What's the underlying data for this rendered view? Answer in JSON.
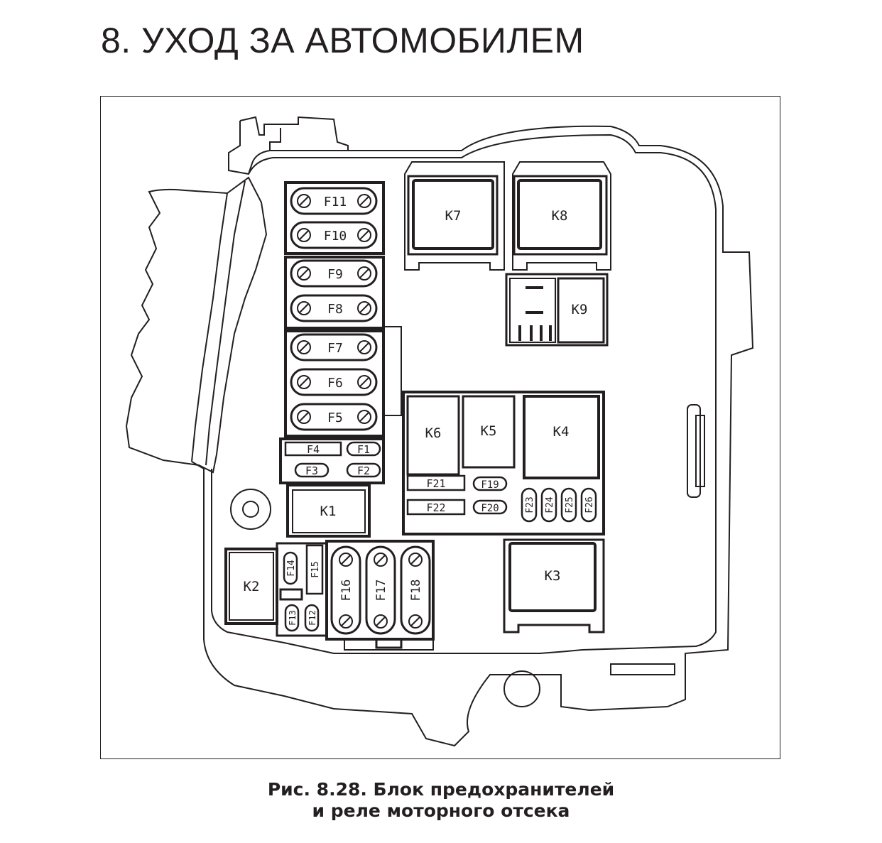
{
  "chapter_title": "8. УХОД ЗА АВТОМОБИЛЕМ",
  "caption_line1": "Рис. 8.28. Блок предохранителей",
  "caption_line2": "и реле моторного отсека",
  "labels": {
    "F1": "F1",
    "F2": "F2",
    "F3": "F3",
    "F4": "F4",
    "F5": "F5",
    "F6": "F6",
    "F7": "F7",
    "F8": "F8",
    "F9": "F9",
    "F10": "F10",
    "F11": "F11",
    "F12": "F12",
    "F13": "F13",
    "F14": "F14",
    "F15": "F15",
    "F16": "F16",
    "F17": "F17",
    "F18": "F18",
    "F19": "F19",
    "F20": "F20",
    "F21": "F21",
    "F22": "F22",
    "F23": "F23",
    "F24": "F24",
    "F25": "F25",
    "F26": "F26",
    "K1": "K1",
    "K2": "K2",
    "K3": "K3",
    "K4": "K4",
    "K5": "K5",
    "K6": "K6",
    "K7": "K7",
    "K8": "K8",
    "K9": "K9"
  }
}
